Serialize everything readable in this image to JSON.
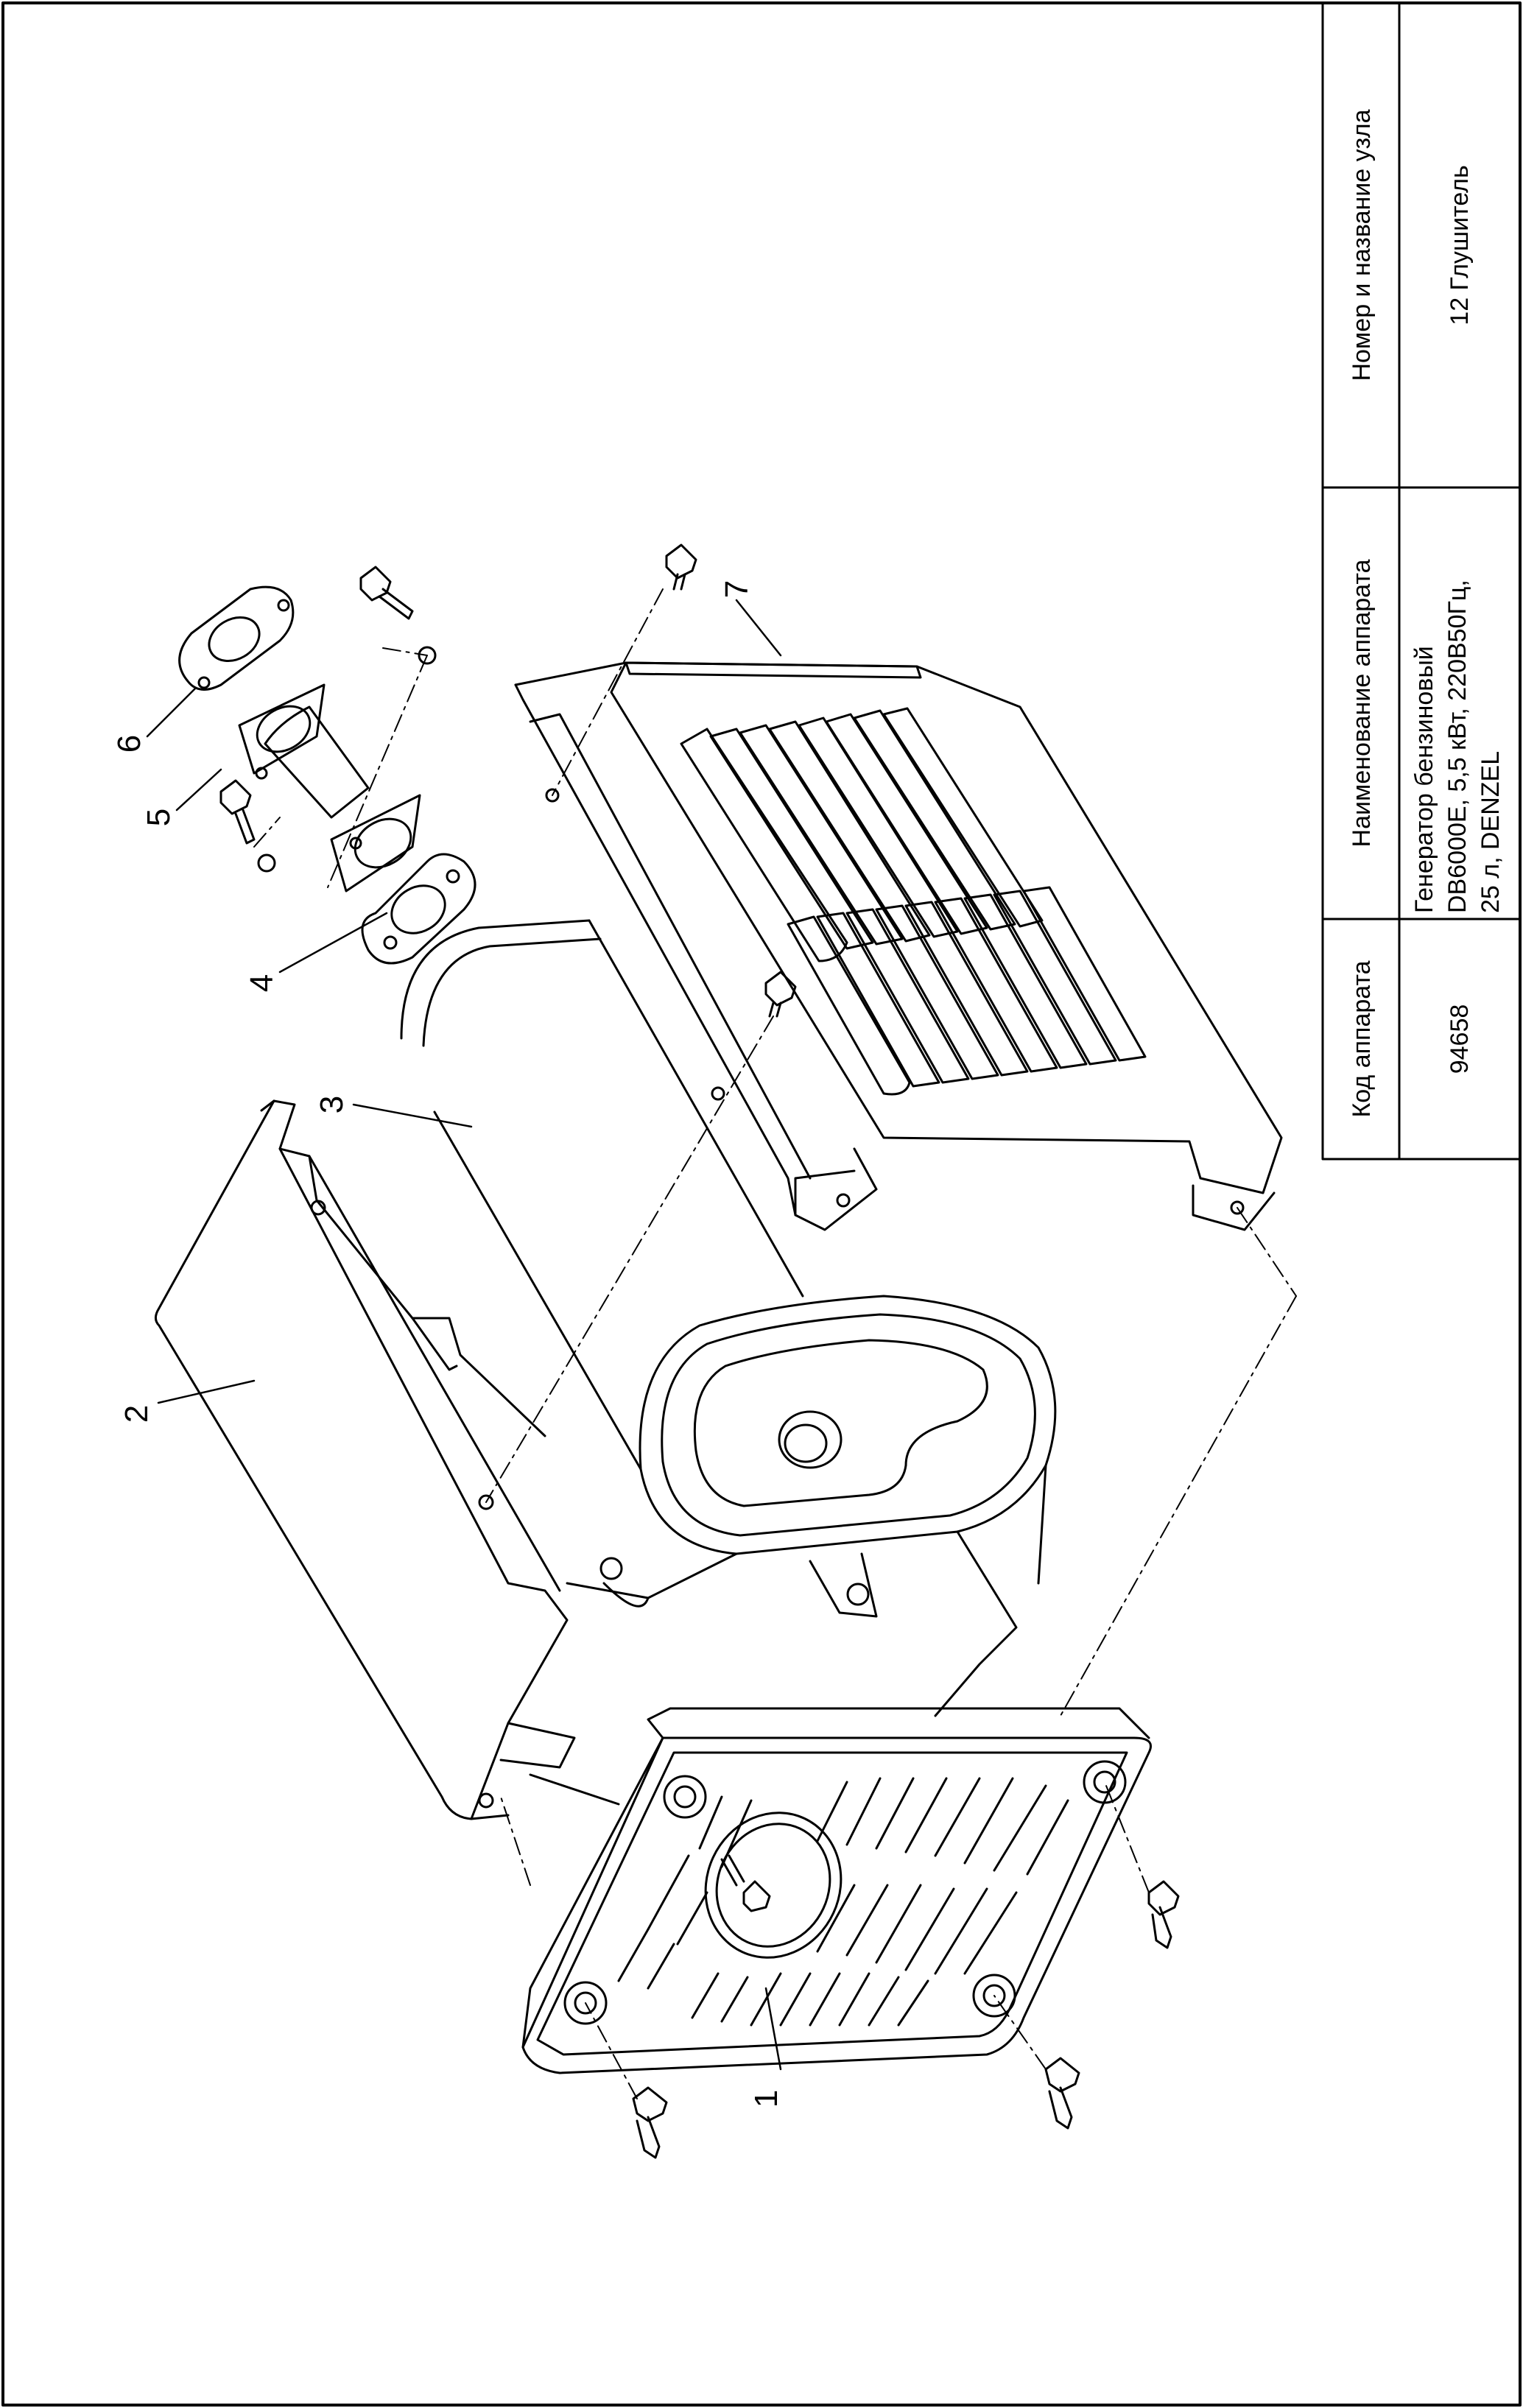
{
  "title_block": {
    "headers": {
      "code": "Код аппарата",
      "device_name": "Наименование аппарата",
      "assembly": "Номер и название узла"
    },
    "values": {
      "code": "94658",
      "device_name_lines": [
        "Генератор бензиновый",
        "DB6000E, 5,5 кВт, 220В50Гц,",
        "25 л, DENZEL"
      ],
      "assembly": "12 Глушитель"
    }
  },
  "callouts": {
    "c1": "1",
    "c2": "2",
    "c3": "3",
    "c4": "4",
    "c5": "5",
    "c6": "6",
    "c7": "7"
  },
  "style": {
    "line_color": "#000000",
    "background": "#ffffff"
  }
}
